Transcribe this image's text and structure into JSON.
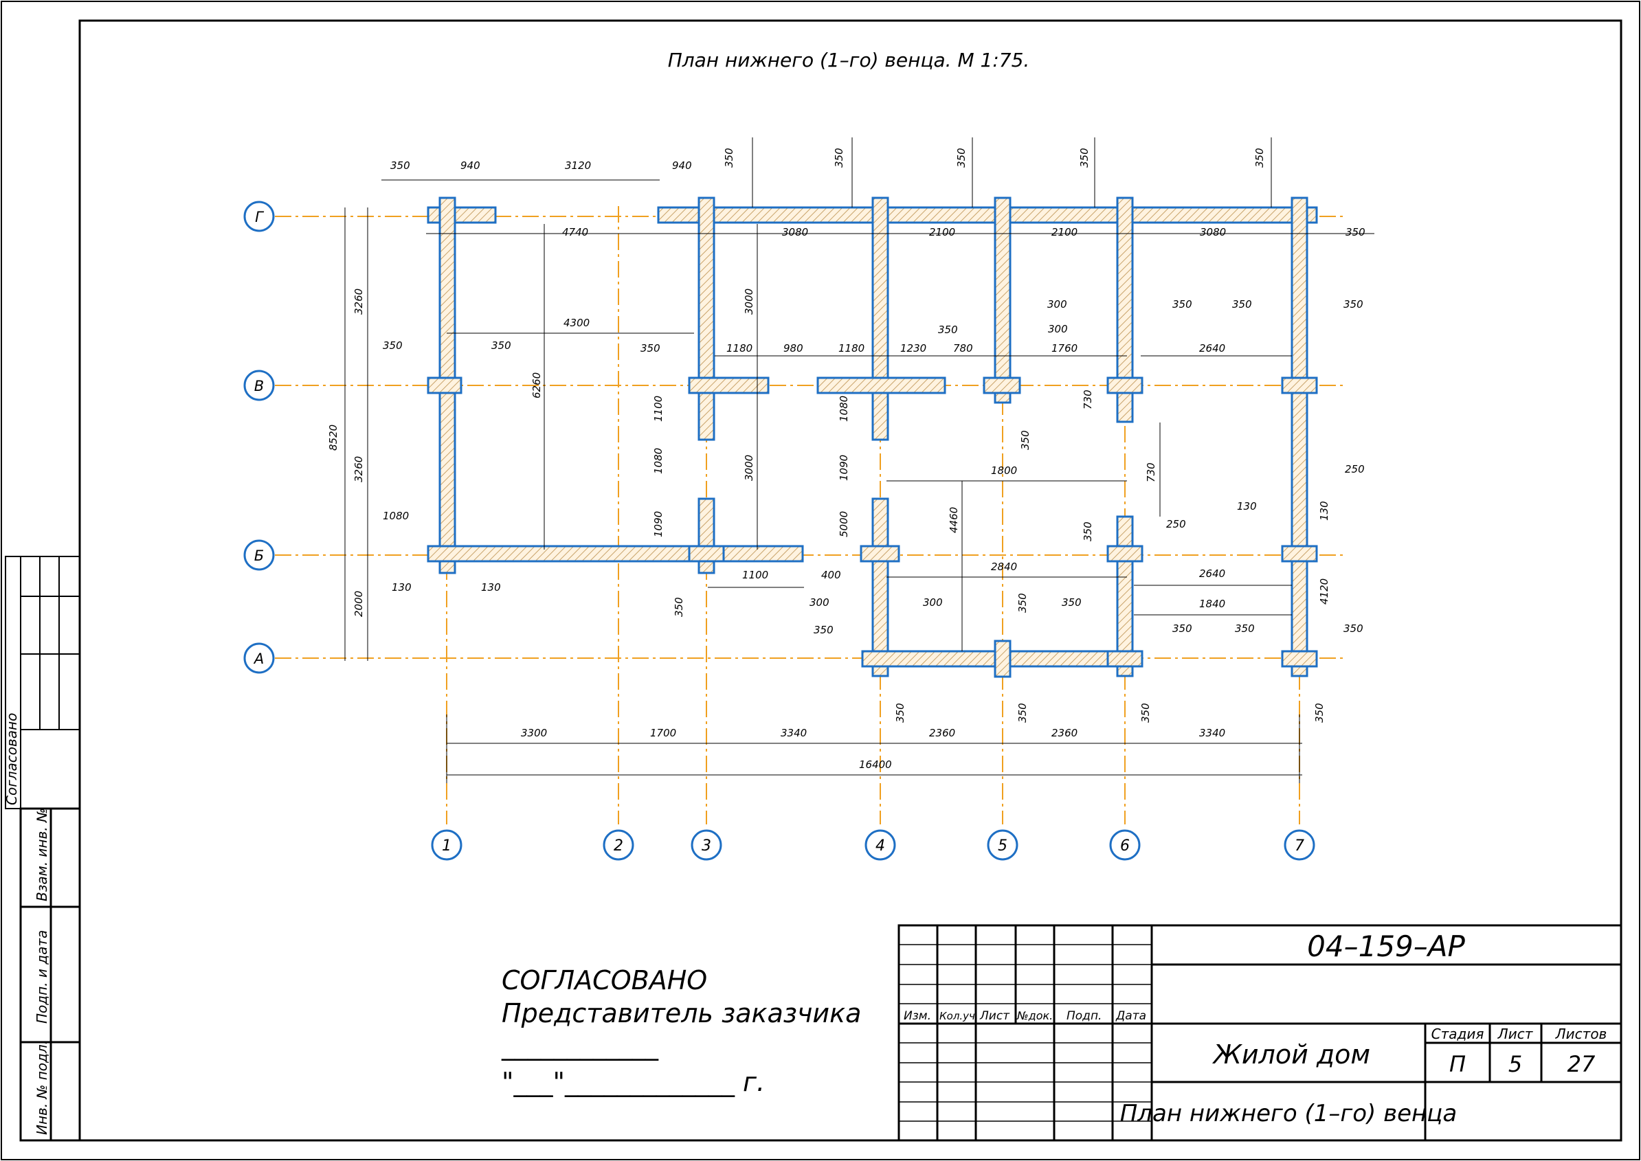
{
  "title": "План нижнего (1–го) венца. М 1:75.",
  "axes": {
    "rows": [
      "Г",
      "В",
      "Б",
      "А"
    ],
    "cols": [
      "1",
      "2",
      "3",
      "4",
      "5",
      "6",
      "7"
    ]
  },
  "dims": {
    "top_row": [
      "350",
      "940",
      "3120",
      "940"
    ],
    "top_vertical": [
      "350",
      "350",
      "350",
      "350",
      "350"
    ],
    "row_G_inner": [
      "4740",
      "3080",
      "2100",
      "2100",
      "3080",
      "350"
    ],
    "left_chain": [
      "8520",
      "3260",
      "3260",
      "2000",
      "6260"
    ],
    "bottom_chain": [
      "3300",
      "1700",
      "3340",
      "2360",
      "2360",
      "3340"
    ],
    "bottom_total": "16400",
    "bottom_vertical": [
      "350",
      "350",
      "350",
      "350",
      "350"
    ],
    "misc": [
      "4300",
      "3000",
      "3000",
      "350",
      "350",
      "350",
      "1180",
      "980",
      "1180",
      "1230",
      "780",
      "1760",
      "2640",
      "300",
      "350",
      "350",
      "350",
      "300",
      "350",
      "1080",
      "1100",
      "1080",
      "1090",
      "1080",
      "1090",
      "5000",
      "4460",
      "1800",
      "730",
      "730",
      "350",
      "350",
      "250",
      "250",
      "130",
      "130",
      "130",
      "130",
      "4120",
      "2840",
      "2640",
      "1840",
      "1100",
      "400",
      "300",
      "300",
      "350",
      "350",
      "350",
      "350",
      "350",
      "350"
    ]
  },
  "left_stamp": {
    "agreed": "Согласовано",
    "inv_vzam": "Взам. инв. №",
    "sign_date": "Подп. и дата",
    "inv_podl": "Инв. № подл."
  },
  "approval": {
    "line1": "СОГЛАСОВАНО",
    "line2": "Представитель заказчика",
    "line3": "____________",
    "line4": "\"___\"_____________ г."
  },
  "title_block": {
    "code": "04–159–АР",
    "object": "Жилой дом",
    "sheet_title": "План нижнего (1–го) венца",
    "headers": [
      "Изм.",
      "Кол.уч.",
      "Лист",
      "№док.",
      "Подп.",
      "Дата"
    ],
    "stage_label": "Стадия",
    "sheet_label": "Лист",
    "sheets_label": "Листов",
    "stage": "П",
    "sheet": "5",
    "sheets": "27"
  },
  "colors": {
    "walls": "#1e6fc4",
    "axes": "#f0a020",
    "hatch": "#c8a36a"
  }
}
